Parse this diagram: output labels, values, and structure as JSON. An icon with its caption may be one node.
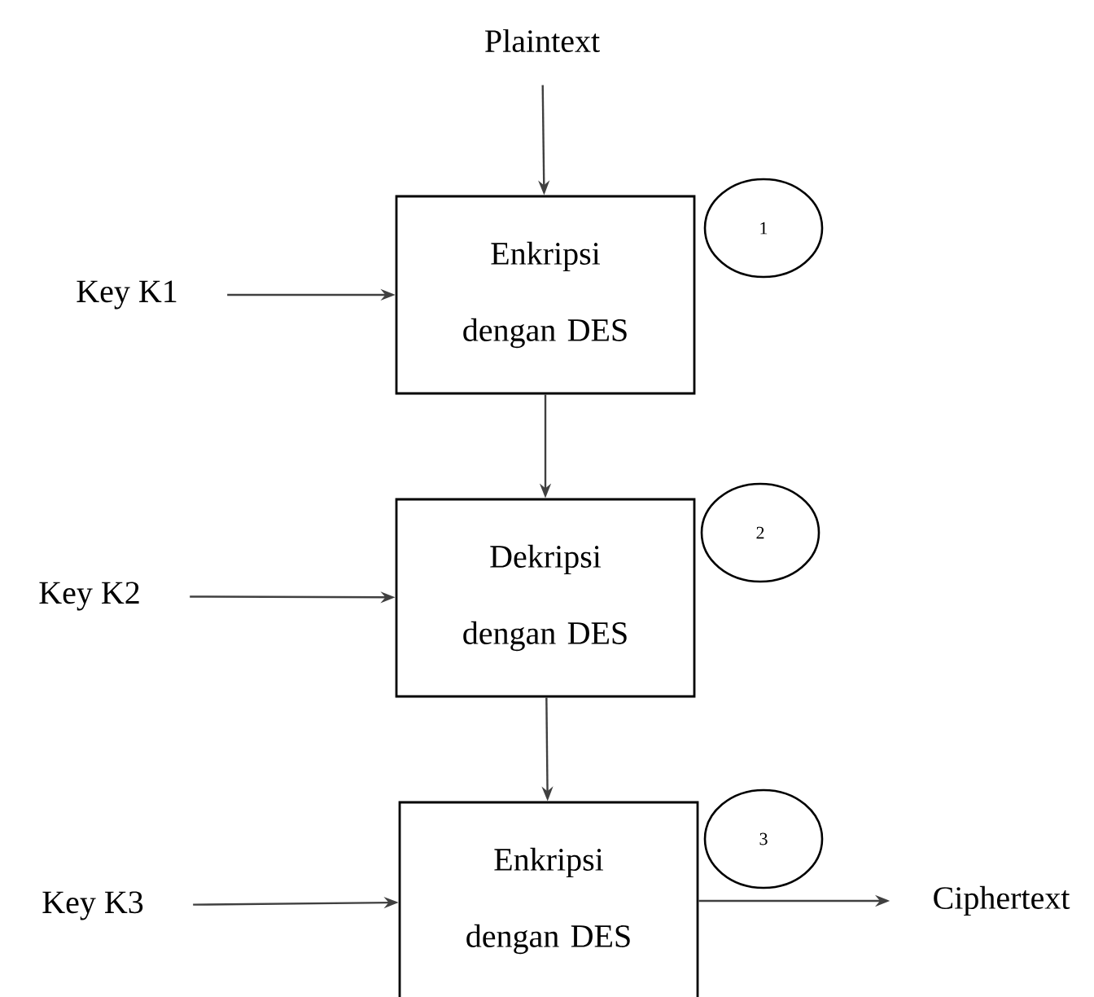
{
  "diagram": {
    "nodes": [
      {
        "text": [
          "Plaintext"
        ]
      },
      {
        "text": [
          "Enkripsi dengan DES"
        ]
      },
      {
        "text": [
          "1"
        ]
      },
      {
        "text": [
          "Key K1"
        ]
      },
      {
        "text": [
          "Dekripsi dengan DES"
        ]
      },
      {
        "text": [
          "2"
        ]
      },
      {
        "text": [
          "Key K2"
        ]
      },
      {
        "text": [
          "Enkripsi dengan DES"
        ]
      },
      {
        "text": [
          "3"
        ]
      },
      {
        "text": [
          "Key K3"
        ]
      },
      {
        "text": [
          "Ciphertext"
        ]
      }
    ],
    "edges": [
      {
        "from": 0,
        "to": 1,
        "arrow": "to"
      },
      {
        "from": 3,
        "to": 1,
        "arrow": "to"
      },
      {
        "from": 1,
        "to": 4,
        "arrow": "to"
      },
      {
        "from": 6,
        "to": 4,
        "arrow": "to"
      },
      {
        "from": 4,
        "to": 7,
        "arrow": "to"
      },
      {
        "from": 9,
        "to": 7,
        "arrow": "to"
      },
      {
        "from": 7,
        "to": 10,
        "arrow": "to"
      }
    ]
  }
}
